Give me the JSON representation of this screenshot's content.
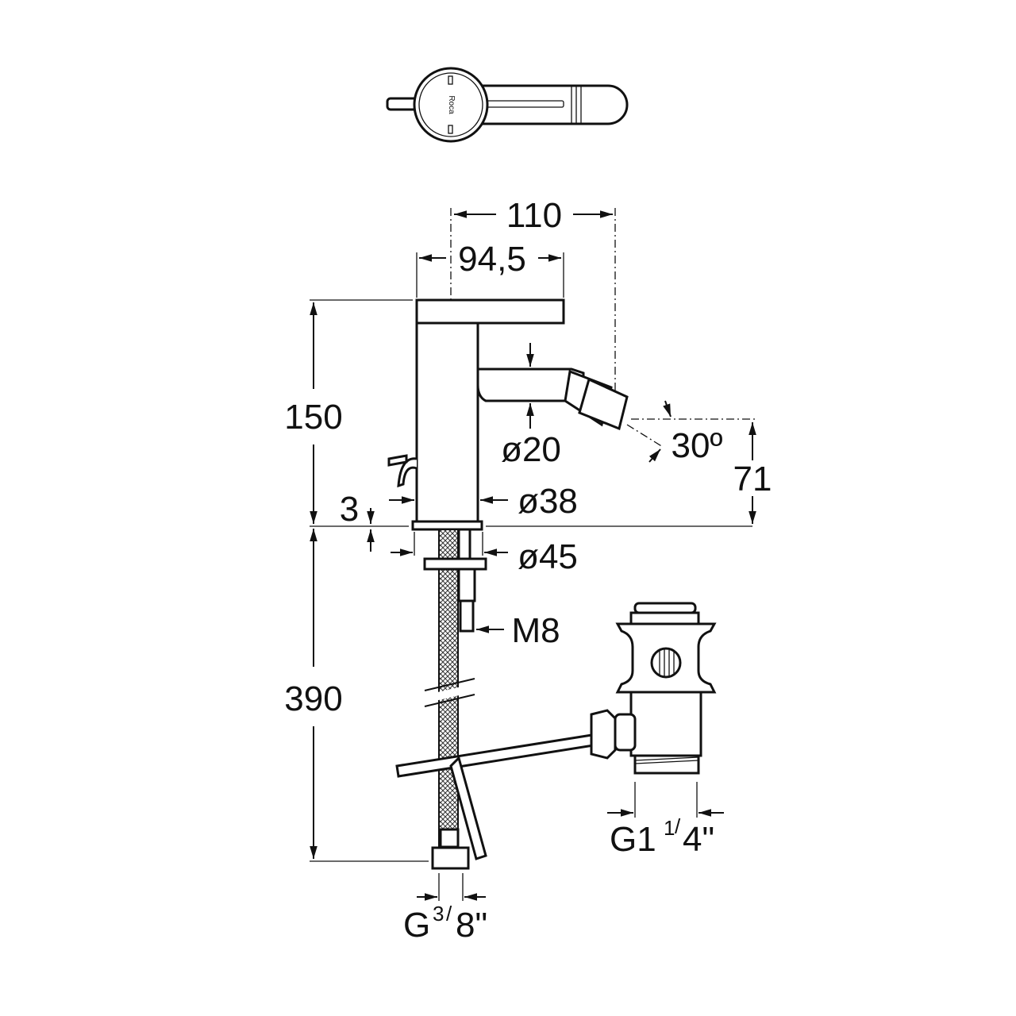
{
  "drawing": {
    "brand_logo": "Roca",
    "dimensions": {
      "width_total": "110",
      "width_handle": "94,5",
      "height_above_deck": "150",
      "height_below_deck": "390",
      "spout_diameter": "ø20",
      "spout_angle": "30º",
      "spout_outlet_height": "71",
      "body_diameter": "ø38",
      "deck_gap": "3",
      "base_diameter": "ø45",
      "stud_thread": "M8",
      "waste_thread_main": "G1",
      "waste_thread_fraction_num": "1",
      "waste_thread_fraction_den": "4\"",
      "supply_thread_main": "G",
      "supply_thread_fraction_num": "3",
      "supply_thread_fraction_den": "8\""
    }
  }
}
